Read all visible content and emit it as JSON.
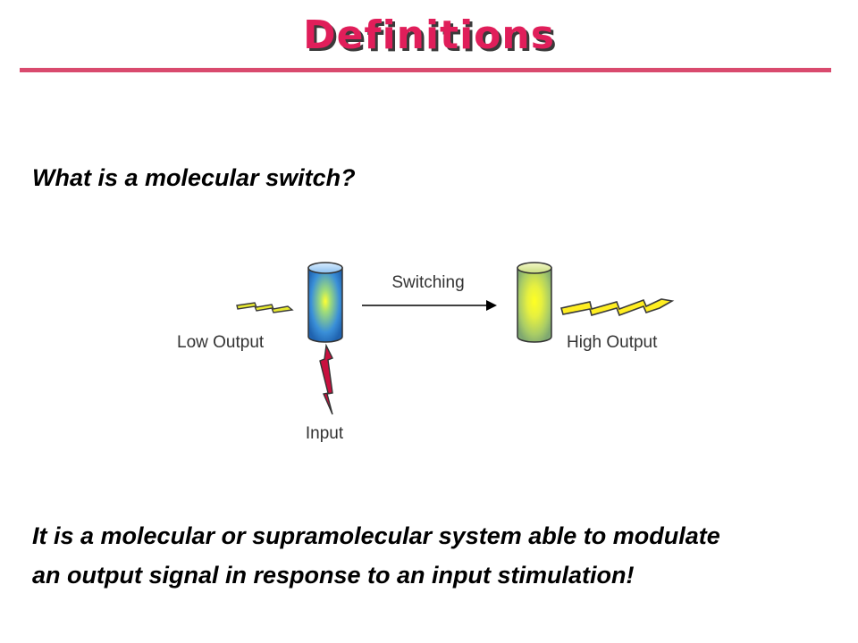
{
  "slide": {
    "title": "Definitions",
    "question": "What is a molecular switch?",
    "definition_lines": [
      "It is a molecular or supramolecular system able to modulate",
      "an output signal in response to an input stimulation!"
    ]
  },
  "diagram": {
    "arrow_label": "Switching",
    "low_output_label": "Low Output",
    "high_output_label": "High Output",
    "input_label": "Input",
    "colors": {
      "off_cylinder": "#2f7fcf",
      "on_cylinder": "#b8d44a",
      "glow": "#ffff33",
      "input_bolt": "#c8103e",
      "output_bolt": "#ffee22",
      "title": "#e01e5a",
      "rule": "#d94a6e"
    },
    "icons": [
      "molecule-off-icon",
      "molecule-on-icon",
      "input-lightning-icon",
      "low-output-wave-icon",
      "high-output-wave-icon",
      "switching-arrow-icon"
    ]
  }
}
